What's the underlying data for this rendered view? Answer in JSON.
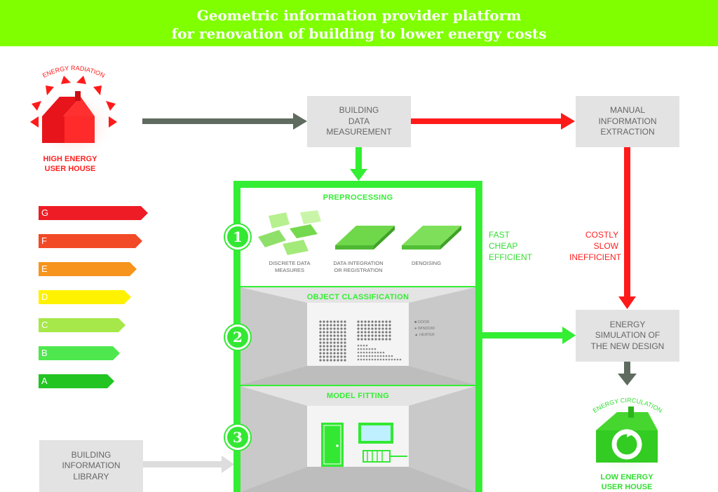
{
  "title": {
    "line1": "Geometric information provider platform",
    "line2": "for renovation of building to lower energy costs"
  },
  "high_house": {
    "arc_label": "ENERGY RADIATION",
    "label_line1": "HIGH ENERGY",
    "label_line2": "USER HOUSE"
  },
  "low_house": {
    "arc_label": "ENERGY CIRCULATION",
    "label_line1": "LOW ENERGY",
    "label_line2": "USER HOUSE"
  },
  "boxes": {
    "measurement": [
      "BUILDING",
      "DATA",
      "MEASUREMENT"
    ],
    "manual": [
      "MANUAL",
      "INFORMATION",
      "EXTRACTION"
    ],
    "simulation": [
      "ENERGY",
      "SIMULATION OF",
      "THE NEW DESIGN"
    ],
    "library": [
      "BUILDING",
      "INFORMATION",
      "LIBRARY"
    ]
  },
  "ratings": [
    {
      "letter": "G",
      "color": "#ee1c24"
    },
    {
      "letter": "F",
      "color": "#f24a26"
    },
    {
      "letter": "E",
      "color": "#f7941d"
    },
    {
      "letter": "D",
      "color": "#fff200"
    },
    {
      "letter": "C",
      "color": "#a6e84a"
    },
    {
      "letter": "B",
      "color": "#4ee84e"
    },
    {
      "letter": "A",
      "color": "#22c422"
    }
  ],
  "platform": {
    "preprocessing": {
      "title": "PREPROCESSING",
      "number": "1",
      "steps": [
        [
          "DISCRETE DATA",
          "MEASURES"
        ],
        [
          "DATA INTEGRATION",
          "OR REGISTRATION"
        ],
        [
          "DENOISING"
        ]
      ]
    },
    "classification": {
      "title": "OBJECT CLASSIFICATION",
      "number": "2",
      "legend": [
        "DOOR",
        "WINDOW",
        "HEATER"
      ]
    },
    "fitting": {
      "title": "MODEL FITTING",
      "number": "3"
    }
  },
  "side_labels": {
    "good": [
      "FAST",
      "CHEAP",
      "EFFICIENT"
    ],
    "bad": [
      "COSTLY",
      "SLOW",
      "INEFFICIENT"
    ]
  },
  "colors": {
    "green": "#33ee33",
    "red": "#ff1a1a",
    "gray_arrow": "#5e6b5e",
    "title_bar": "#80ff00"
  }
}
